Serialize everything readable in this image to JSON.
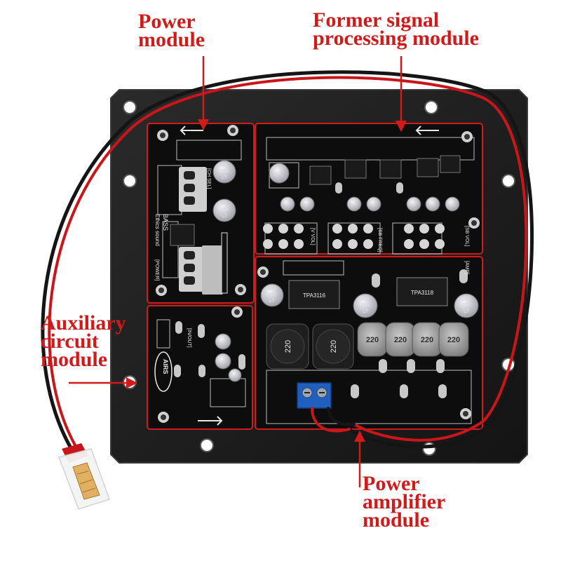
{
  "labels": {
    "power_module": [
      "Power",
      "module"
    ],
    "former_signal": [
      "Former signal",
      "processing module"
    ],
    "auxiliary": [
      "Auxiliary",
      "circuit",
      "module"
    ],
    "power_amplifier": [
      "Power",
      "amplifier",
      "module"
    ]
  },
  "board_text": {
    "bass_brand": "BASS",
    "ethics_sound": "Ethics sound",
    "power_silk": "[POWER]",
    "ch_sel": "[CH SEL]",
    "in_out": "[IN/OUT]",
    "vol": "[V VOL]",
    "amp": "[AMP]",
    "sb_freq": "[SB FREQ]",
    "sb_vol": "[SB VOL]",
    "logo": "AIRS",
    "inductor_left": "220",
    "inductor_mid": "220",
    "inductors_right": [
      "220",
      "220",
      "220",
      "220"
    ],
    "cap_power_1": [
      "47",
      "25V",
      "LT"
    ],
    "cap_power_2": [
      "47",
      "25V",
      "LT"
    ],
    "cap_amp_1": [
      "220",
      "25V",
      "LT"
    ],
    "cap_amp_2": [
      "220",
      "25V",
      "LT"
    ],
    "cap_amp_3": [
      "220",
      "25V",
      "LT"
    ],
    "chip_1": "TPA3116",
    "chip_2": "TPA3118"
  },
  "colors": {
    "annotation_red": "#d11a1a",
    "board_black": "#111111",
    "plate_black": "#1c1c1c",
    "terminal_blue": "#1f5fbf",
    "wire_red": "#c8161b"
  }
}
